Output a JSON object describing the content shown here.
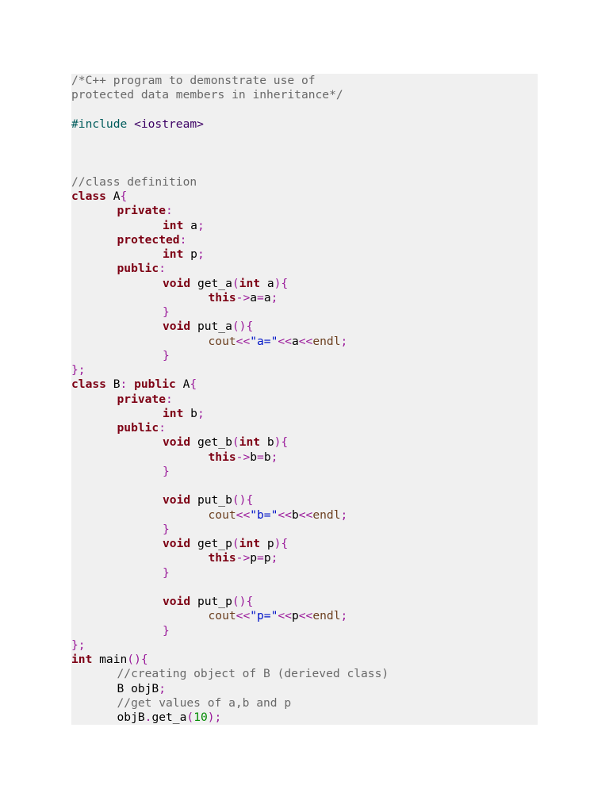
{
  "document": {
    "lines": [
      {
        "indent": 0,
        "tokens": [
          {
            "t": "/*C++ program to demonstrate use of",
            "k": "comment"
          }
        ]
      },
      {
        "indent": 0,
        "tokens": [
          {
            "t": "protected data members in inheritance*/",
            "k": "comment"
          }
        ]
      },
      {
        "indent": 0,
        "tokens": []
      },
      {
        "indent": 0,
        "tokens": [
          {
            "t": "#include ",
            "k": "preproc"
          },
          {
            "t": "<iostream>",
            "k": "include"
          }
        ]
      },
      {
        "indent": 0,
        "tokens": []
      },
      {
        "indent": 0,
        "tokens": []
      },
      {
        "indent": 0,
        "tokens": []
      },
      {
        "indent": 0,
        "tokens": [
          {
            "t": "//class definition",
            "k": "comment"
          }
        ]
      },
      {
        "indent": 0,
        "tokens": [
          {
            "t": "class",
            "k": "keyword"
          },
          {
            "t": " A",
            "k": "plain"
          },
          {
            "t": "{",
            "k": "punct"
          }
        ]
      },
      {
        "indent": 1,
        "tokens": [
          {
            "t": "private",
            "k": "keyword"
          },
          {
            "t": ":",
            "k": "punct"
          }
        ]
      },
      {
        "indent": 2,
        "tokens": [
          {
            "t": "int",
            "k": "keyword"
          },
          {
            "t": " a",
            "k": "plain"
          },
          {
            "t": ";",
            "k": "punct"
          }
        ]
      },
      {
        "indent": 1,
        "tokens": [
          {
            "t": "protected",
            "k": "keyword"
          },
          {
            "t": ":",
            "k": "punct"
          }
        ]
      },
      {
        "indent": 2,
        "tokens": [
          {
            "t": "int",
            "k": "keyword"
          },
          {
            "t": " p",
            "k": "plain"
          },
          {
            "t": ";",
            "k": "punct"
          }
        ]
      },
      {
        "indent": 1,
        "tokens": [
          {
            "t": "public",
            "k": "keyword"
          },
          {
            "t": ":",
            "k": "punct"
          }
        ]
      },
      {
        "indent": 2,
        "tokens": [
          {
            "t": "void",
            "k": "keyword"
          },
          {
            "t": " get_a",
            "k": "plain"
          },
          {
            "t": "(",
            "k": "punct"
          },
          {
            "t": "int",
            "k": "keyword"
          },
          {
            "t": " a",
            "k": "plain"
          },
          {
            "t": "){",
            "k": "punct"
          }
        ]
      },
      {
        "indent": 3,
        "tokens": [
          {
            "t": "this",
            "k": "keyword"
          },
          {
            "t": "->",
            "k": "punct"
          },
          {
            "t": "a",
            "k": "plain"
          },
          {
            "t": "=",
            "k": "punct"
          },
          {
            "t": "a",
            "k": "plain"
          },
          {
            "t": ";",
            "k": "punct"
          }
        ]
      },
      {
        "indent": 2,
        "tokens": [
          {
            "t": "}",
            "k": "punct"
          }
        ]
      },
      {
        "indent": 2,
        "tokens": [
          {
            "t": "void",
            "k": "keyword"
          },
          {
            "t": " put_a",
            "k": "plain"
          },
          {
            "t": "(){",
            "k": "punct"
          }
        ]
      },
      {
        "indent": 3,
        "tokens": [
          {
            "t": "cout",
            "k": "stream"
          },
          {
            "t": "<<",
            "k": "punct"
          },
          {
            "t": "\"a=\"",
            "k": "string"
          },
          {
            "t": "<<",
            "k": "punct"
          },
          {
            "t": "a",
            "k": "plain"
          },
          {
            "t": "<<",
            "k": "punct"
          },
          {
            "t": "endl",
            "k": "stream"
          },
          {
            "t": ";",
            "k": "punct"
          }
        ]
      },
      {
        "indent": 2,
        "tokens": [
          {
            "t": "}",
            "k": "punct"
          }
        ]
      },
      {
        "indent": 0,
        "tokens": [
          {
            "t": "};",
            "k": "punct"
          }
        ]
      },
      {
        "indent": 0,
        "tokens": [
          {
            "t": "class",
            "k": "keyword"
          },
          {
            "t": " B",
            "k": "plain"
          },
          {
            "t": ": ",
            "k": "punct"
          },
          {
            "t": "public",
            "k": "keyword"
          },
          {
            "t": " A",
            "k": "plain"
          },
          {
            "t": "{",
            "k": "punct"
          }
        ]
      },
      {
        "indent": 1,
        "tokens": [
          {
            "t": "private",
            "k": "keyword"
          },
          {
            "t": ":",
            "k": "punct"
          }
        ]
      },
      {
        "indent": 2,
        "tokens": [
          {
            "t": "int",
            "k": "keyword"
          },
          {
            "t": " b",
            "k": "plain"
          },
          {
            "t": ";",
            "k": "punct"
          }
        ]
      },
      {
        "indent": 1,
        "tokens": [
          {
            "t": "public",
            "k": "keyword"
          },
          {
            "t": ":",
            "k": "punct"
          }
        ]
      },
      {
        "indent": 2,
        "tokens": [
          {
            "t": "void",
            "k": "keyword"
          },
          {
            "t": " get_b",
            "k": "plain"
          },
          {
            "t": "(",
            "k": "punct"
          },
          {
            "t": "int",
            "k": "keyword"
          },
          {
            "t": " b",
            "k": "plain"
          },
          {
            "t": "){",
            "k": "punct"
          }
        ]
      },
      {
        "indent": 3,
        "tokens": [
          {
            "t": "this",
            "k": "keyword"
          },
          {
            "t": "->",
            "k": "punct"
          },
          {
            "t": "b",
            "k": "plain"
          },
          {
            "t": "=",
            "k": "punct"
          },
          {
            "t": "b",
            "k": "plain"
          },
          {
            "t": ";",
            "k": "punct"
          }
        ]
      },
      {
        "indent": 2,
        "tokens": [
          {
            "t": "}",
            "k": "punct"
          }
        ]
      },
      {
        "indent": 0,
        "tokens": []
      },
      {
        "indent": 2,
        "tokens": [
          {
            "t": "void",
            "k": "keyword"
          },
          {
            "t": " put_b",
            "k": "plain"
          },
          {
            "t": "(){",
            "k": "punct"
          }
        ]
      },
      {
        "indent": 3,
        "tokens": [
          {
            "t": "cout",
            "k": "stream"
          },
          {
            "t": "<<",
            "k": "punct"
          },
          {
            "t": "\"b=\"",
            "k": "string"
          },
          {
            "t": "<<",
            "k": "punct"
          },
          {
            "t": "b",
            "k": "plain"
          },
          {
            "t": "<<",
            "k": "punct"
          },
          {
            "t": "endl",
            "k": "stream"
          },
          {
            "t": ";",
            "k": "punct"
          }
        ]
      },
      {
        "indent": 2,
        "tokens": [
          {
            "t": "}",
            "k": "punct"
          }
        ]
      },
      {
        "indent": 2,
        "tokens": [
          {
            "t": "void",
            "k": "keyword"
          },
          {
            "t": " get_p",
            "k": "plain"
          },
          {
            "t": "(",
            "k": "punct"
          },
          {
            "t": "int",
            "k": "keyword"
          },
          {
            "t": " p",
            "k": "plain"
          },
          {
            "t": "){",
            "k": "punct"
          }
        ]
      },
      {
        "indent": 3,
        "tokens": [
          {
            "t": "this",
            "k": "keyword"
          },
          {
            "t": "->",
            "k": "punct"
          },
          {
            "t": "p",
            "k": "plain"
          },
          {
            "t": "=",
            "k": "punct"
          },
          {
            "t": "p",
            "k": "plain"
          },
          {
            "t": ";",
            "k": "punct"
          }
        ]
      },
      {
        "indent": 2,
        "tokens": [
          {
            "t": "}",
            "k": "punct"
          }
        ]
      },
      {
        "indent": 0,
        "tokens": []
      },
      {
        "indent": 2,
        "tokens": [
          {
            "t": "void",
            "k": "keyword"
          },
          {
            "t": " put_p",
            "k": "plain"
          },
          {
            "t": "(){",
            "k": "punct"
          }
        ]
      },
      {
        "indent": 3,
        "tokens": [
          {
            "t": "cout",
            "k": "stream"
          },
          {
            "t": "<<",
            "k": "punct"
          },
          {
            "t": "\"p=\"",
            "k": "string"
          },
          {
            "t": "<<",
            "k": "punct"
          },
          {
            "t": "p",
            "k": "plain"
          },
          {
            "t": "<<",
            "k": "punct"
          },
          {
            "t": "endl",
            "k": "stream"
          },
          {
            "t": ";",
            "k": "punct"
          }
        ]
      },
      {
        "indent": 2,
        "tokens": [
          {
            "t": "}",
            "k": "punct"
          }
        ]
      },
      {
        "indent": 0,
        "tokens": [
          {
            "t": "};",
            "k": "punct"
          }
        ]
      },
      {
        "indent": 0,
        "tokens": [
          {
            "t": "int",
            "k": "keyword"
          },
          {
            "t": " main",
            "k": "plain"
          },
          {
            "t": "(){",
            "k": "punct"
          }
        ]
      },
      {
        "indent": 1,
        "tokens": [
          {
            "t": "//creating object of B (derieved class)",
            "k": "comment"
          }
        ]
      },
      {
        "indent": 1,
        "tokens": [
          {
            "t": "B objB",
            "k": "plain"
          },
          {
            "t": ";",
            "k": "punct"
          }
        ]
      },
      {
        "indent": 1,
        "tokens": [
          {
            "t": "//get values of a,b and p",
            "k": "comment"
          }
        ]
      },
      {
        "indent": 1,
        "tokens": [
          {
            "t": "objB",
            "k": "plain"
          },
          {
            "t": ".",
            "k": "punct"
          },
          {
            "t": "get_a",
            "k": "plain"
          },
          {
            "t": "(",
            "k": "punct"
          },
          {
            "t": "10",
            "k": "number"
          },
          {
            "t": ");",
            "k": "punct"
          }
        ]
      }
    ]
  }
}
